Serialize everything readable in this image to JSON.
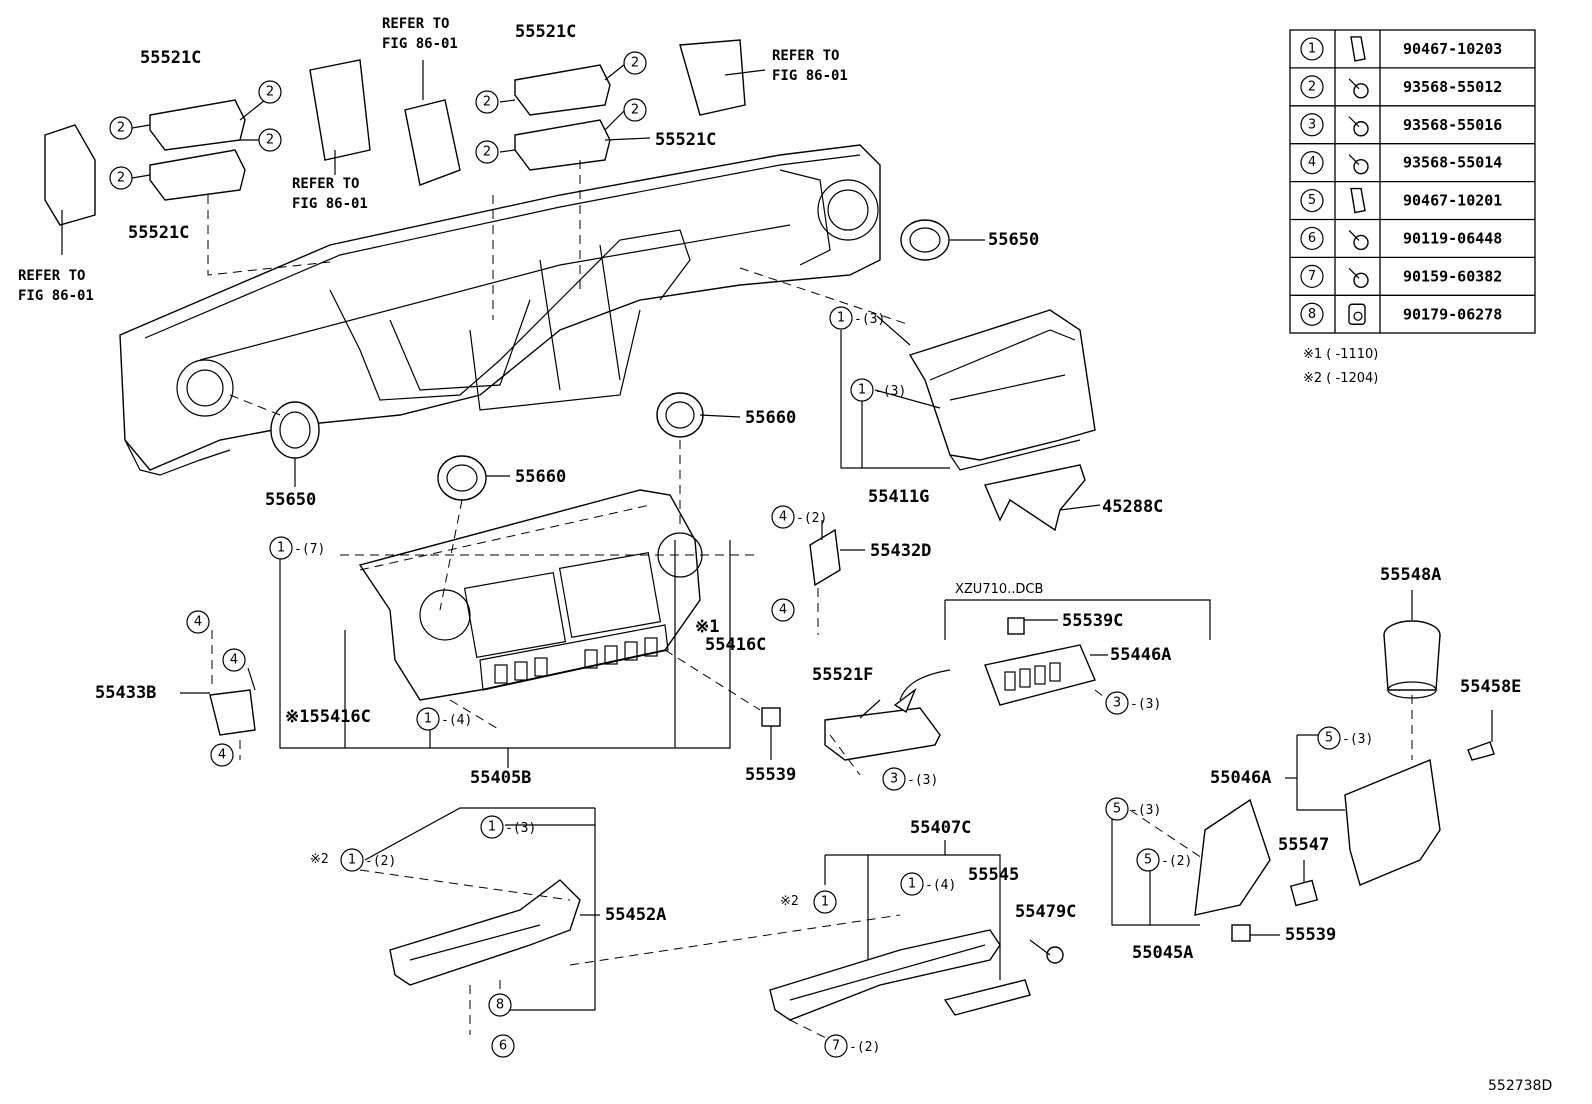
{
  "figure_id": "552738D",
  "fastener_table": [
    {
      "num": "1",
      "code": "90467-10203",
      "icon": "clip-icon"
    },
    {
      "num": "2",
      "code": "93568-55012",
      "icon": "screw-icon"
    },
    {
      "num": "3",
      "code": "93568-55016",
      "icon": "screw-icon"
    },
    {
      "num": "4",
      "code": "93568-55014",
      "icon": "screw-icon"
    },
    {
      "num": "5",
      "code": "90467-10201",
      "icon": "clip-icon"
    },
    {
      "num": "6",
      "code": "90119-06448",
      "icon": "bolt-icon"
    },
    {
      "num": "7",
      "code": "90159-60382",
      "icon": "screw-icon"
    },
    {
      "num": "8",
      "code": "90179-06278",
      "icon": "nut-icon"
    }
  ],
  "notes": {
    "n1": "※1 (    -1110)",
    "n2": "※2 (    -1204)"
  },
  "group_label": "XZU710..DCB",
  "refer_text": {
    "line1": "REFER TO",
    "line2": "FIG 86-01"
  },
  "labels": {
    "p55521C_a": "55521C",
    "p55521C_b": "55521C",
    "p55521C_c": "55521C",
    "p55521C_d": "55521C",
    "p55650_r": "55650",
    "p55650_l": "55650",
    "p55660_a": "55660",
    "p55660_b": "55660",
    "p55411G": "55411G",
    "p45288C": "45288C",
    "p55432D": "55432D",
    "p55416C_r": "55416C",
    "p55416C_l": "※155416C",
    "p55433B": "55433B",
    "p55405B": "55405B",
    "p55539_a": "55539",
    "p55539_b": "55539",
    "p55539C": "55539C",
    "p55446A": "55446A",
    "p55521F": "55521F",
    "p55548A": "55548A",
    "p55458E": "55458E",
    "p55046A": "55046A",
    "p55547": "55547",
    "p55045A": "55045A",
    "p55407C": "55407C",
    "p55545": "55545",
    "p55479C": "55479C",
    "p55452A": "55452A",
    "mark1": "※1"
  },
  "callouts": {
    "c_1_3_a": {
      "num": "1",
      "qty": "-(3)"
    },
    "c_1_3_b": {
      "num": "1",
      "qty": "-(3)"
    },
    "c_1_7": {
      "num": "1",
      "qty": "-(7)"
    },
    "c_1_4_a": {
      "num": "1",
      "qty": "-(4)"
    },
    "c_4_2": {
      "num": "4",
      "qty": "-(2)"
    },
    "c_3_3_a": {
      "num": "3",
      "qty": "-(3)"
    },
    "c_3_3_b": {
      "num": "3",
      "qty": "-(3)"
    },
    "c_5_3_a": {
      "num": "5",
      "qty": "-(3)"
    },
    "c_5_3_b": {
      "num": "5",
      "qty": "-(3)"
    },
    "c_5_2": {
      "num": "5",
      "qty": "-(2)"
    },
    "c_1_3_c": {
      "num": "1",
      "qty": "-(3)"
    },
    "c_1_2": {
      "num": "1",
      "qty": "-(2)"
    },
    "c_1_4_b": {
      "num": "1",
      "qty": "-(4)"
    },
    "c_7_2": {
      "num": "7",
      "qty": "-(2)"
    },
    "mark2_a": "※2",
    "mark2_b": "※2"
  }
}
